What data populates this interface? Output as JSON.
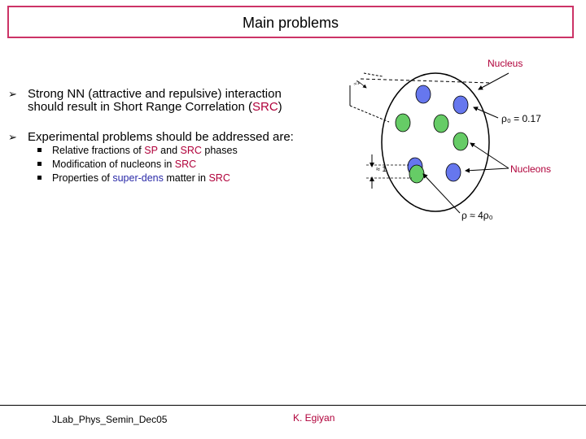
{
  "title": "Main problems",
  "bullets": [
    {
      "pre": "Strong NN (attractive and repulsive) interaction",
      "line2_pre": "should result in Short Range Correlation (",
      "line2_red": "SRC",
      "line2_post": ")"
    },
    {
      "text": "Experimental problems should be addressed are:"
    }
  ],
  "sub_items": [
    {
      "pre": "Relative fractions of ",
      "red1": "SP",
      "mid": " and ",
      "red2": "SRC",
      "post": " phases"
    },
    {
      "pre": "Modification of nucleons  in ",
      "red1": "SRC"
    },
    {
      "pre": "Properties of   ",
      "blue": "super-dens",
      "mid": " matter in ",
      "red1": "SRC"
    }
  ],
  "diagram": {
    "nucleus_label": "Nucleus",
    "nucleons_label": "Nucleons",
    "rho0_label": "ρ₀ = 0.17",
    "rho_label": "ρ ≈ 4ρ₀",
    "spacing_label": "≈ 1",
    "colors": {
      "blue": "#6677ee",
      "green": "#66cc66",
      "accent": "#b0003a"
    }
  },
  "footer": {
    "left": "JLab_Phys_Semin_Dec05",
    "right": "K. Egiyan"
  }
}
